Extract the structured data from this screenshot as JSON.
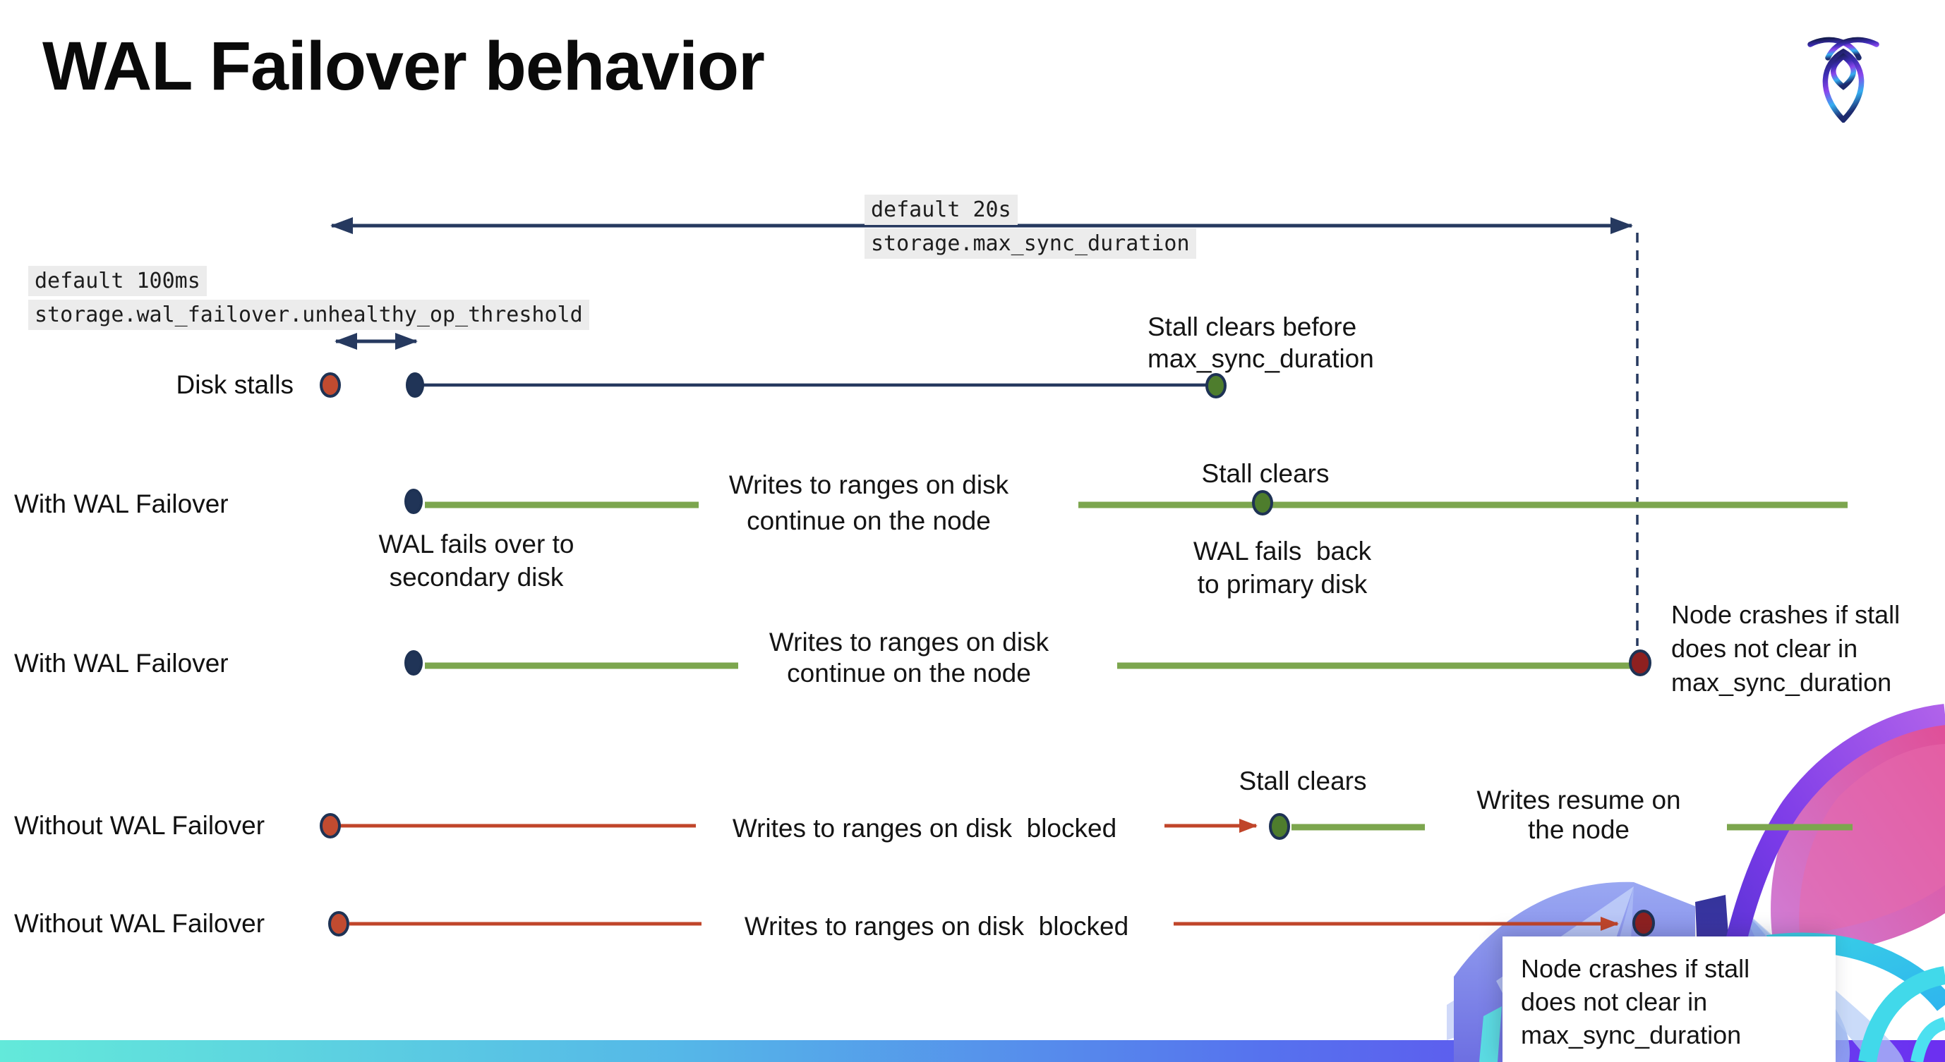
{
  "title": "WAL Failover behavior",
  "colors": {
    "navy": "#26395f",
    "green_line": "#7ca64e",
    "green_dot": "#4e7d2d",
    "red_line": "#c0452a",
    "red_dot": "#c14b30",
    "dark_red_dot": "#8e2020",
    "dot_outline": "#1e3254",
    "highlight_bg": "#ececec",
    "bar_gradient": [
      "#63e9da",
      "#55b7e8",
      "#6c2ff0"
    ]
  },
  "settings": {
    "max_sync": {
      "default_value": "default 20s",
      "setting": "storage.max_sync_duration"
    },
    "threshold": {
      "default_value": "default 100ms",
      "setting": "storage.wal_failover.unhealthy_op_threshold"
    }
  },
  "rows": [
    {
      "label": "Disk stalls"
    },
    {
      "label": "With WAL Failover"
    },
    {
      "label": "With WAL Failover"
    },
    {
      "label": "Without WAL Failover"
    },
    {
      "label": "Without WAL Failover"
    }
  ],
  "annotations": {
    "stall_clears_before": "Stall clears before\nmax_sync_duration",
    "wal_fails_over": "WAL fails over to\nsecondary disk",
    "writes_continue_1": "Writes to ranges on disk\ncontinue on the node",
    "stall_clears_1": "Stall clears",
    "wal_fails_back": "WAL fails  back\nto primary disk",
    "writes_continue_2": "Writes to ranges on disk\ncontinue on the node",
    "node_crashes_1": "Node crashes if stall\ndoes not clear in\nmax_sync_duration",
    "writes_blocked_1": "Writes to ranges on disk  blocked",
    "stall_clears_2": "Stall clears",
    "writes_resume": "Writes resume on\nthe node",
    "writes_blocked_2": "Writes to ranges on disk  blocked",
    "node_crashes_2": "Node crashes if stall\ndoes not clear in\nmax_sync_duration"
  }
}
